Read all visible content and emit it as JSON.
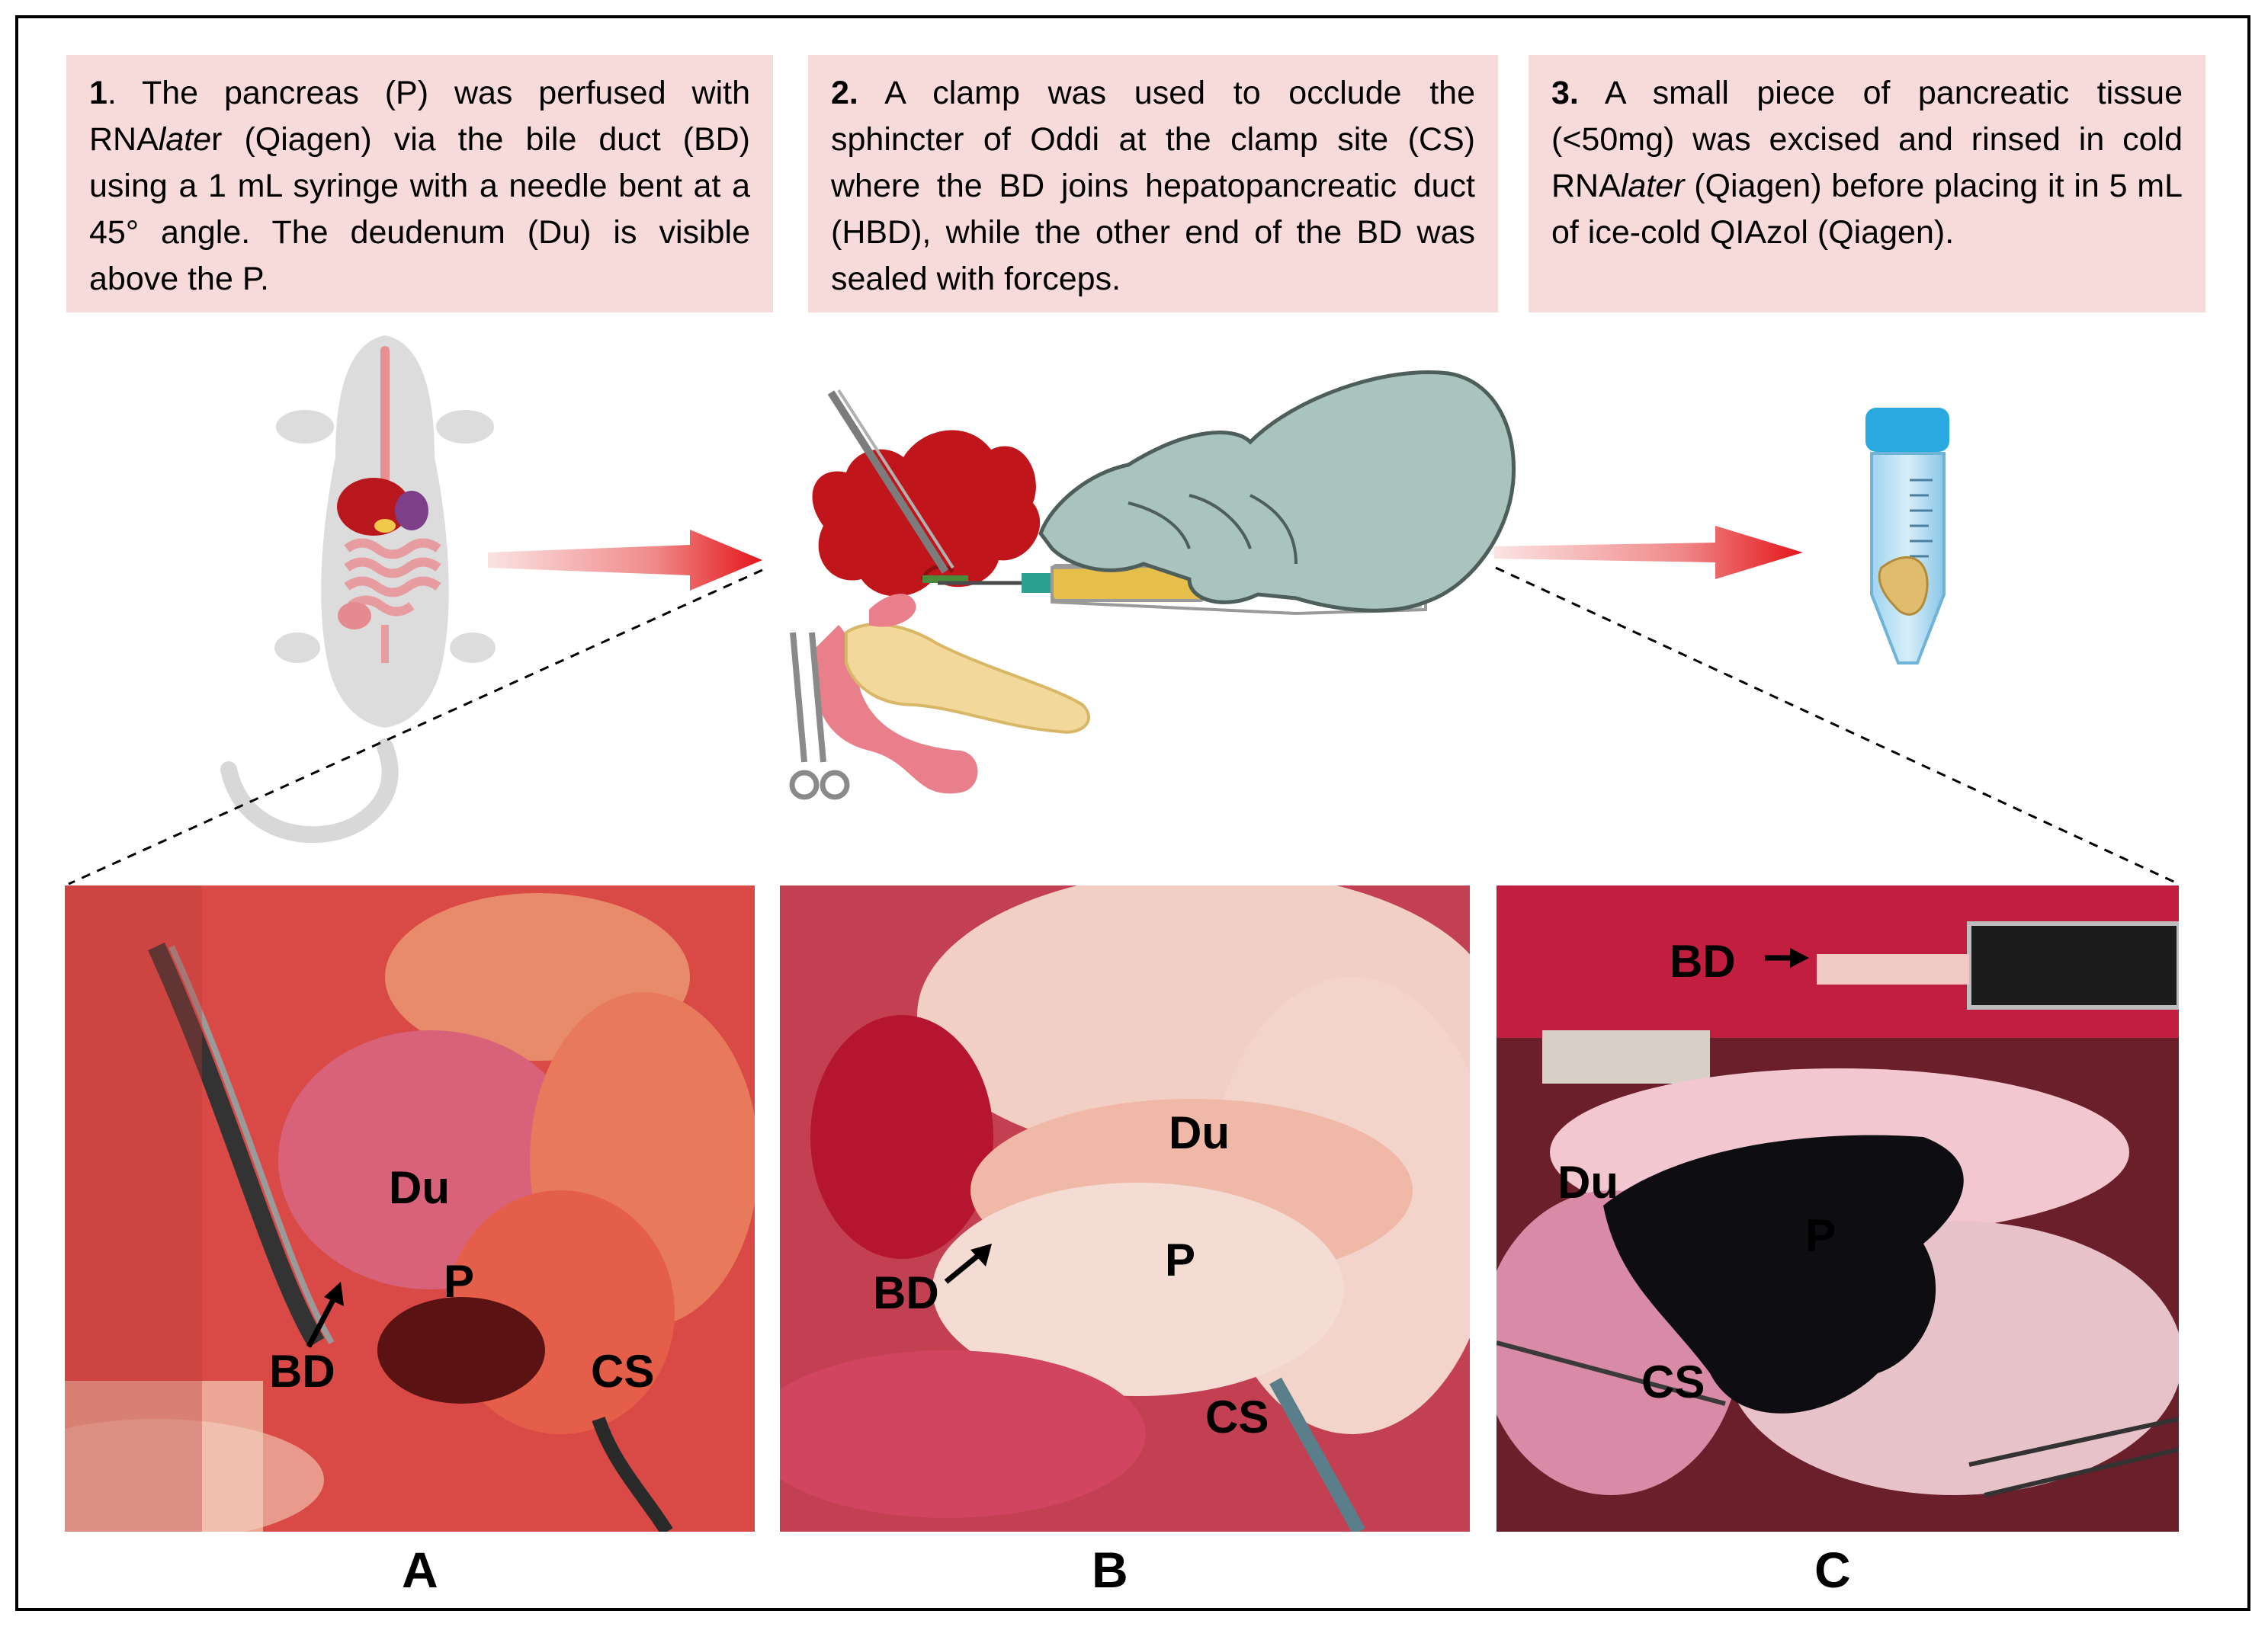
{
  "steps": [
    {
      "number": "1",
      "text_parts": [
        {
          "t": ". The pancreas (P) was perfused with RNA",
          "s": "n"
        },
        {
          "t": "late",
          "s": "i"
        },
        {
          "t": "r (Qiagen) via the bile duct (BD) using a 1 mL syringe with a needle bent at a 45° angle. The deudenum (Du) is visible above the P.",
          "s": "n"
        }
      ]
    },
    {
      "number": "2.",
      "text_parts": [
        {
          "t": " A clamp was used to occlude the sphincter of Oddi at the clamp site (CS) where the BD joins hepatopancreatic duct (HBD), while the other end of the BD was sealed with forceps.",
          "s": "n"
        }
      ]
    },
    {
      "number": "3.",
      "text_parts": [
        {
          "t": " A small piece of pancreatic tissue (<50mg) was excised and rinsed in cold RNA",
          "s": "n"
        },
        {
          "t": "later",
          "s": "i"
        },
        {
          "t": " (Qiagen) before placing it in 5 mL of ice-cold QIAzol (Qiagen).",
          "s": "n"
        }
      ]
    }
  ],
  "panels": [
    {
      "letter": "A",
      "labels": {
        "du": "Du",
        "p": "P",
        "bd": "BD",
        "cs": "CS"
      }
    },
    {
      "letter": "B",
      "labels": {
        "du": "Du",
        "p": "P",
        "bd": "BD",
        "cs": "CS"
      }
    },
    {
      "letter": "C",
      "labels": {
        "du": "Du",
        "p": "P",
        "bd": "BD",
        "cs": "CS"
      }
    }
  ],
  "icons": [
    "mouse-anatomy-icon",
    "gloved-hand-syringe-icon",
    "forceps-icon",
    "clamp-icon",
    "pancreas-icon",
    "sample-tube-icon",
    "red-arrow-icon"
  ],
  "colors": {
    "step_box": "#f7dada",
    "arrow": "#e8252a",
    "glove": "#a9c4bd",
    "organ": "#c0161b",
    "pancreas": "#f2d89a"
  }
}
